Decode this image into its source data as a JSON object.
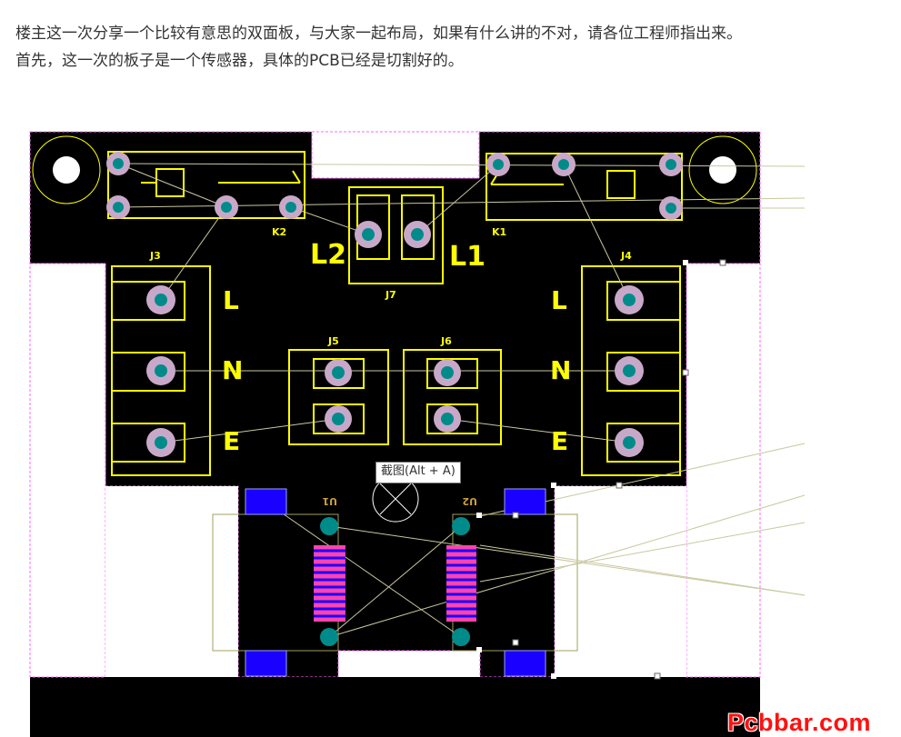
{
  "post": {
    "line1": "楼主这一次分享一个比较有意思的双面板，与大家一起布局，如果有什么讲的不对，请各位工程师指出来。",
    "line2": "首先，这一次的板子是一个传感器，具体的PCB已经是切割好的。"
  },
  "pcb": {
    "designators": {
      "k2": "K2",
      "k1": "K1",
      "j3": "J3",
      "j4": "J4",
      "j5": "J5",
      "j6": "J6",
      "j7": "J7",
      "l2": "L2",
      "l1": "L1",
      "u1": "U1",
      "u2": "U2"
    },
    "terminal_labels": {
      "left_l": "L",
      "left_n": "N",
      "left_e": "E",
      "right_l": "L",
      "right_n": "N",
      "right_e": "E"
    }
  },
  "tooltip": {
    "text": "截图(Alt + A)"
  },
  "watermark": {
    "text": "Pcbbar.com"
  },
  "colors": {
    "board": "#000000",
    "silk": "#ffff00",
    "pad_ring": "#c8a8c8",
    "pad_hole": "#008b8b",
    "ratsnest": "#c8c8a0",
    "smd_pad": "#1a00ff",
    "keepout": "#ff66ff",
    "watermark": "#ff1111"
  }
}
